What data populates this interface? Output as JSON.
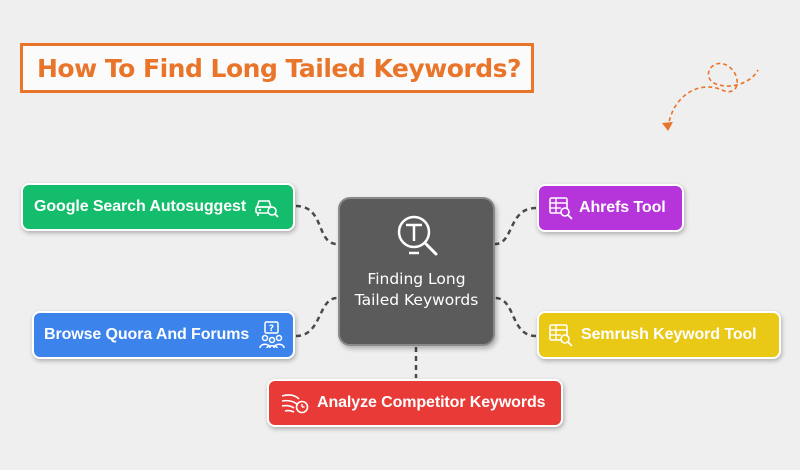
{
  "title": "How To Find Long Tailed Keywords?",
  "colors": {
    "title_accent": "#e8752a",
    "center": "#5b5b5b",
    "google": "#14bd6b",
    "quora": "#3c84ec",
    "ahrefs": "#b535db",
    "semrush": "#e9c816",
    "analyze": "#e83a37",
    "background": "#efefef"
  },
  "center": {
    "label": "Finding Long Tailed Keywords",
    "icon": "magnifier-text-icon"
  },
  "nodes": {
    "google": {
      "label": "Google Search Autosuggest",
      "icon": "car-search-icon"
    },
    "quora": {
      "label": "Browse Quora And Forums",
      "icon": "group-question-icon"
    },
    "ahrefs": {
      "label": "Ahrefs Tool",
      "icon": "table-search-icon"
    },
    "semrush": {
      "label": "Semrush Keyword Tool",
      "icon": "table-search-icon"
    },
    "analyze": {
      "label": "Analyze Competitor Keywords",
      "icon": "wind-clock-icon"
    }
  }
}
